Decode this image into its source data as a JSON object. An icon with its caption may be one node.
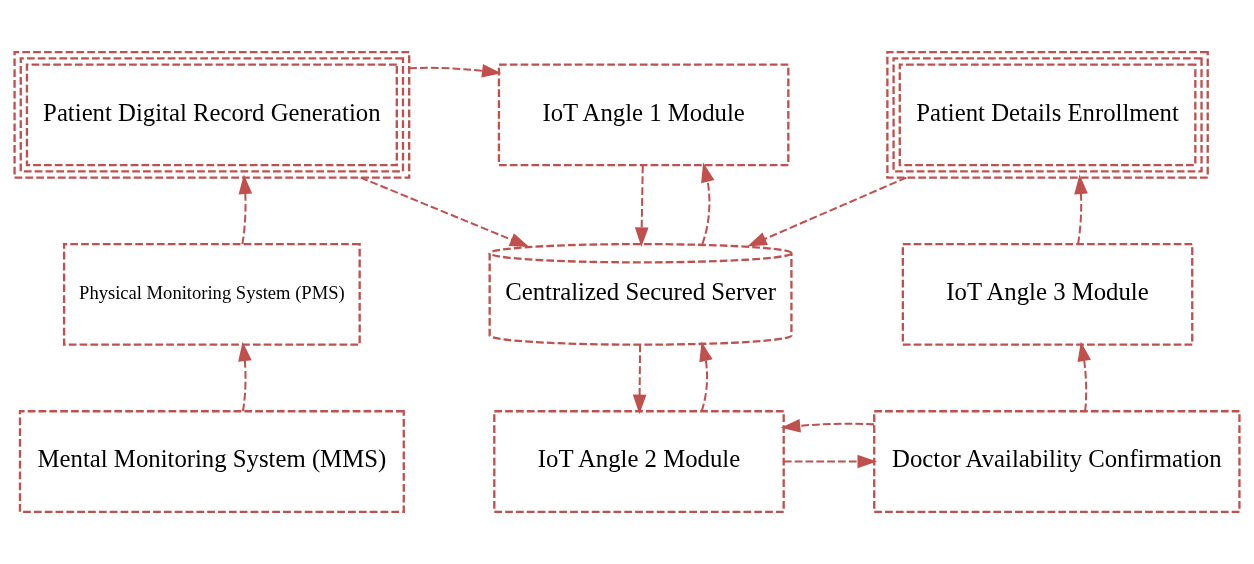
{
  "diagram": {
    "nodes": [
      {
        "text": [
          "Patient Digital Record Generation"
        ]
      },
      {
        "text": [
          "IoT Angle 1 Module"
        ]
      },
      {
        "text": [
          "Patient Details Enrollment"
        ]
      },
      {
        "text": [
          "Physical Monitoring System (PMS)"
        ]
      },
      {
        "text": [
          "Centralized Secured Server"
        ]
      },
      {
        "text": [
          "IoT Angle 3 Module"
        ]
      },
      {
        "text": [
          "Mental Monitoring System (MMS)"
        ]
      },
      {
        "text": [
          "IoT Angle 2 Module"
        ]
      },
      {
        "text": [
          "Doctor Availability Confirmation"
        ]
      }
    ],
    "edges": [
      {
        "from": 0,
        "to": 1,
        "arrow": "to"
      },
      {
        "from": 1,
        "to": 4,
        "arrow": "to"
      },
      {
        "from": 4,
        "to": 1,
        "arrow": "to"
      },
      {
        "from": 0,
        "to": 4,
        "arrow": "to"
      },
      {
        "from": 2,
        "to": 4,
        "arrow": "to"
      },
      {
        "from": 3,
        "to": 0,
        "arrow": "to"
      },
      {
        "from": 6,
        "to": 3,
        "arrow": "to"
      },
      {
        "from": 4,
        "to": 7,
        "arrow": "to"
      },
      {
        "from": 7,
        "to": 4,
        "arrow": "to"
      },
      {
        "from": 7,
        "to": 8,
        "arrow": "to"
      },
      {
        "from": 8,
        "to": 7,
        "arrow": "to"
      },
      {
        "from": 8,
        "to": 5,
        "arrow": "to"
      },
      {
        "from": 5,
        "to": 2,
        "arrow": "to"
      }
    ]
  }
}
